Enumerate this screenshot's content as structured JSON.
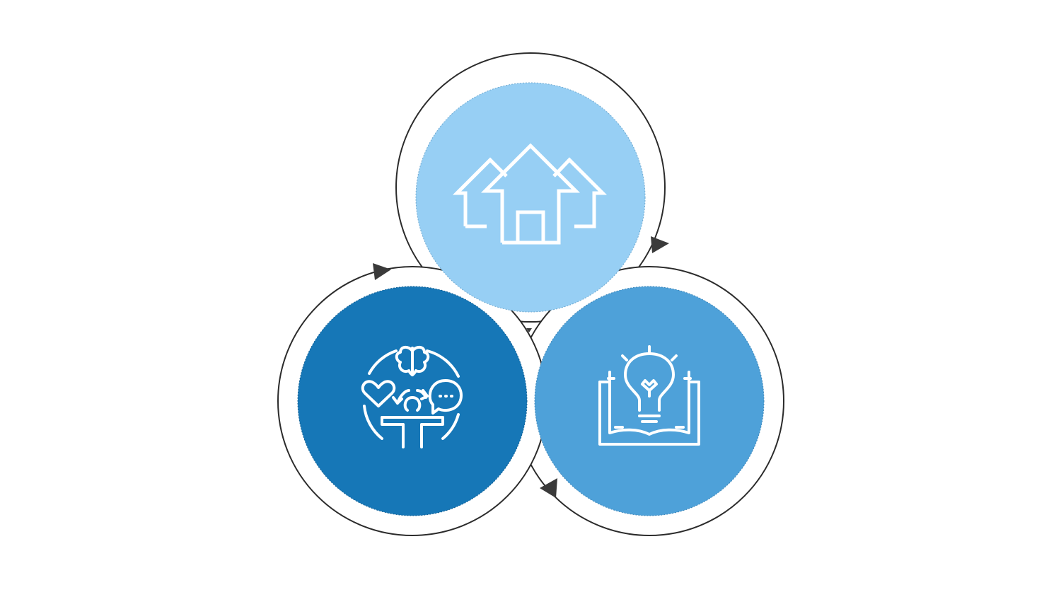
{
  "diagram": {
    "type": "cycle",
    "direction": "clockwise",
    "nodes": [
      {
        "id": "home",
        "icon": "houses-icon",
        "color": "#97cff4"
      },
      {
        "id": "learning",
        "icon": "book-lightbulb-icon",
        "color": "#4ea1d9"
      },
      {
        "id": "wellbeing",
        "icon": "mind-body-wellbeing-icon",
        "color": "#1677b7"
      }
    ],
    "ring_color": "#2b2b2b",
    "arrow_color": "#3a3a3a",
    "icon_stroke_color": "#ffffff",
    "background": "#ffffff"
  }
}
